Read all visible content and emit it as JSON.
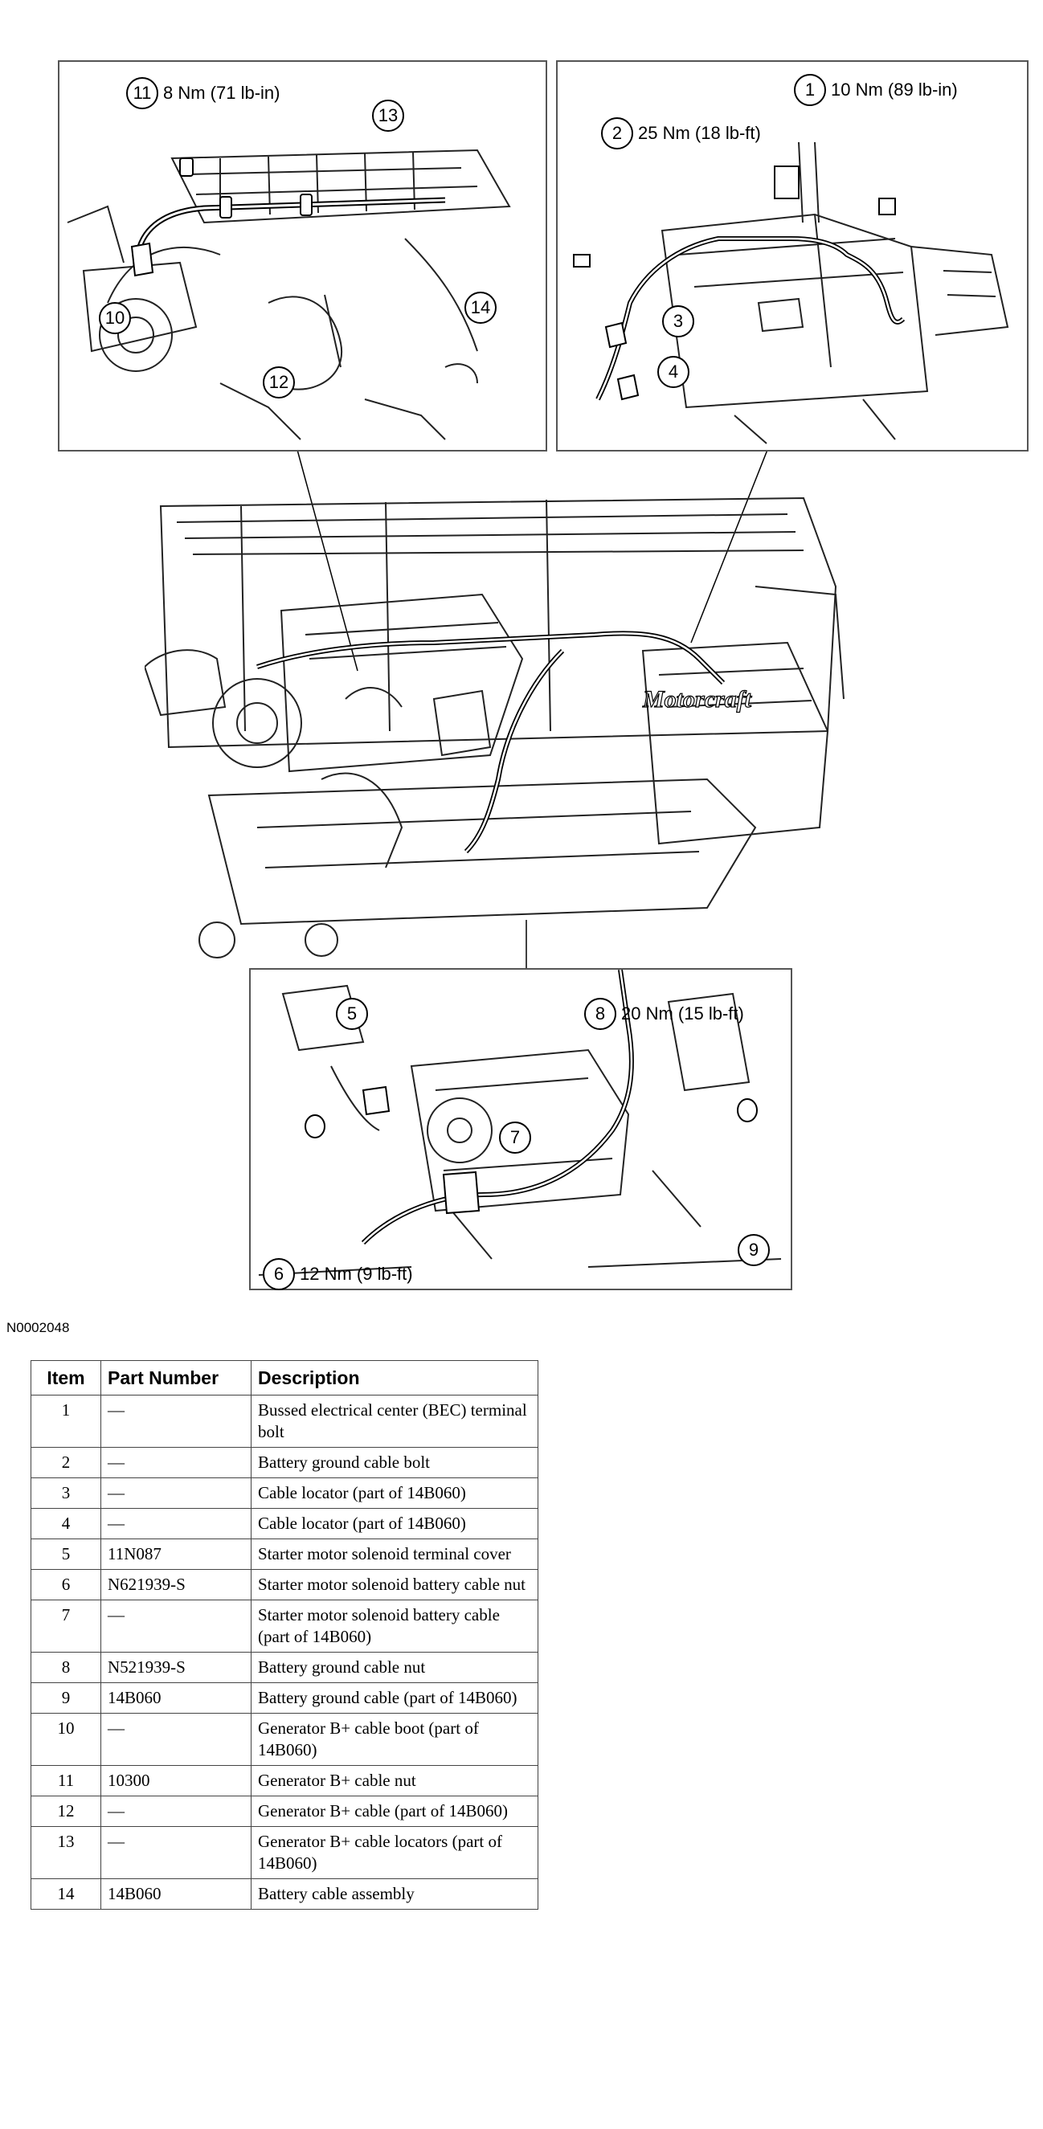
{
  "figure_id": "N0002048",
  "callouts": [
    {
      "id": "11",
      "torque": "8 Nm (71 lb-in)"
    },
    {
      "id": "13",
      "torque": ""
    },
    {
      "id": "10",
      "torque": ""
    },
    {
      "id": "12",
      "torque": ""
    },
    {
      "id": "14",
      "torque": ""
    },
    {
      "id": "1",
      "torque": "10 Nm (89 lb-in)"
    },
    {
      "id": "2",
      "torque": "25 Nm (18 lb-ft)"
    },
    {
      "id": "3",
      "torque": ""
    },
    {
      "id": "4",
      "torque": ""
    },
    {
      "id": "5",
      "torque": ""
    },
    {
      "id": "8",
      "torque": "20 Nm (15 lb-ft)"
    },
    {
      "id": "7",
      "torque": ""
    },
    {
      "id": "9",
      "torque": ""
    },
    {
      "id": "6",
      "torque": "12 Nm (9 lb-ft)"
    }
  ],
  "battery_brand": "Motorcraft",
  "table": {
    "headers": [
      "Item",
      "Part Number",
      "Description"
    ],
    "rows": [
      {
        "item": "1",
        "part": "—",
        "desc": "Bussed electrical center (BEC) terminal bolt"
      },
      {
        "item": "2",
        "part": "—",
        "desc": "Battery ground cable bolt"
      },
      {
        "item": "3",
        "part": "—",
        "desc": "Cable locator (part of 14B060)"
      },
      {
        "item": "4",
        "part": "—",
        "desc": "Cable locator (part of 14B060)"
      },
      {
        "item": "5",
        "part": "11N087",
        "desc": "Starter motor solenoid terminal cover"
      },
      {
        "item": "6",
        "part": "N621939-S",
        "desc": "Starter motor solenoid battery cable nut"
      },
      {
        "item": "7",
        "part": "—",
        "desc": "Starter motor solenoid battery cable (part of 14B060)"
      },
      {
        "item": "8",
        "part": "N521939-S",
        "desc": "Battery ground cable nut"
      },
      {
        "item": "9",
        "part": "14B060",
        "desc": "Battery ground cable (part of 14B060)"
      },
      {
        "item": "10",
        "part": "—",
        "desc": "Generator B+ cable boot (part of 14B060)"
      },
      {
        "item": "11",
        "part": "10300",
        "desc": "Generator B+ cable nut"
      },
      {
        "item": "12",
        "part": "—",
        "desc": "Generator B+ cable (part of 14B060)"
      },
      {
        "item": "13",
        "part": "—",
        "desc": "Generator B+ cable locators (part of 14B060)"
      },
      {
        "item": "14",
        "part": "14B060",
        "desc": "Battery cable assembly"
      }
    ]
  }
}
